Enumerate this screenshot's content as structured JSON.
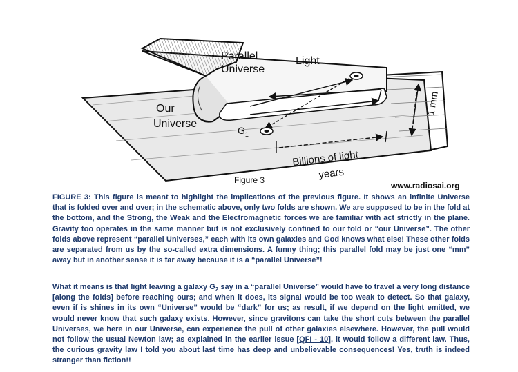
{
  "figure": {
    "labels": {
      "parallel_universe_line1": "Parallel",
      "parallel_universe_line2": "Universe",
      "light": "Light",
      "our_universe_line1": "Our",
      "our_universe_line2": "Universe",
      "galaxy": "G",
      "galaxy_sub": "1",
      "billions_line1": "Billions of light",
      "billions_line2": "years",
      "one_mm": "1 mm"
    },
    "caption_title": "Figure 3",
    "website": "www.radiosai.org"
  },
  "caption": {
    "text": "FIGURE 3: This figure is meant to highlight the implications of the previous figure. It shows an infinite Universe that is folded over and over; in the schematic above, only two folds are shown. We are supposed to be in the fold at the bottom, and the Strong, the Weak and the Electromagnetic forces we are familiar with act strictly in the plane. Gravity too operates in the same manner but is not exclusively confined to our fold or “our Universe”. The other folds above represent “parallel Universes,” each with its own galaxies and God knows what else! These other folds are separated from us by the so-called extra dimensions. A funny thing; this parallel fold may be just one “mm” away but in another sense it is far away because it is a “parallel Universe”!"
  },
  "body": {
    "part1": "What it means is that light leaving a galaxy G",
    "sub": "2",
    "part2": " say in a “parallel Universe” would have to travel a very long distance [along the folds] before reaching ours; and when it does, its signal would be too weak to detect. So that galaxy, even if is shines in its own “Universe” would be “dark” for us; as result, if we depend on the light emitted, we would never know that such galaxy exists. However, since gravitons can take the short cuts between the parallel Universes, we here in our Universe, can experience the pull of other galaxies elsewhere. However, the pull would not follow the usual Newton law; as explained in the earlier issue [",
    "link": "QFI - 10",
    "part3": "], it would follow a different law. Thus, the curious gravity law I told you about last time has deep and unbelievable consequences! Yes, truth is indeed stranger than fiction!!"
  }
}
